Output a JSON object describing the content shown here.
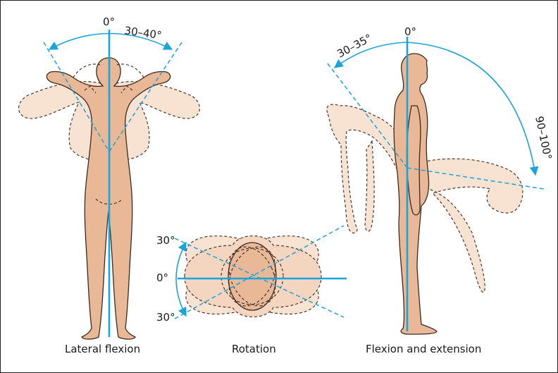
{
  "captions": {
    "lateral": "Lateral flexion",
    "rotation": "Rotation",
    "flexion": "Flexion and extension"
  },
  "angles": {
    "lateral_zero": "0°",
    "lateral_range": "30–40°",
    "rotation_top": "30°",
    "rotation_zero": "0°",
    "rotation_bottom": "30°",
    "flexion_zero": "0°",
    "extension_range": "30–35°",
    "flexion_range": "90–100°"
  },
  "colors": {
    "axis": "#1aa3dc",
    "skin": "#e9b896",
    "ghost": "#f8e2d2",
    "outline": "#3a2a22"
  }
}
